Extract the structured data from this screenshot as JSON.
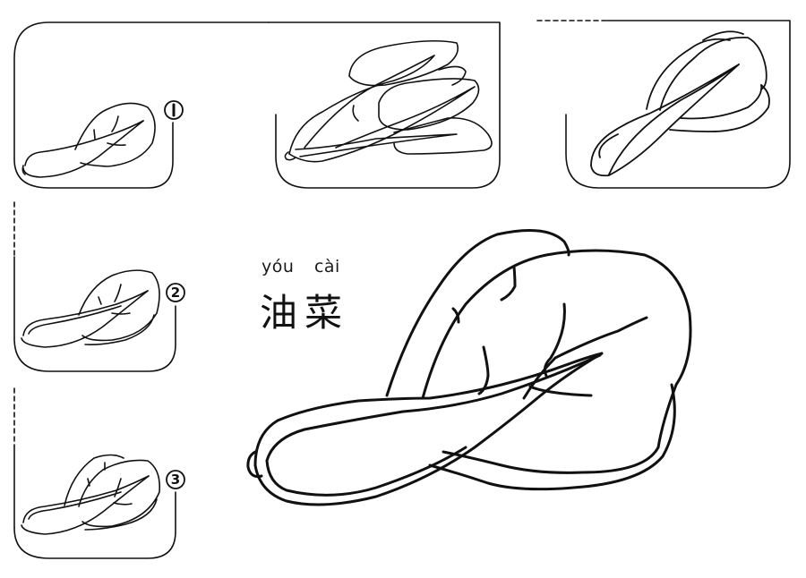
{
  "title": {
    "pinyin": "yóu  cài",
    "hanzi": "油菜"
  },
  "steps": [
    {
      "number": "1",
      "label": "step-1"
    },
    {
      "number": "2",
      "label": "step-2"
    },
    {
      "number": "3",
      "label": "step-3"
    }
  ],
  "panels": [
    {
      "name": "panel-step-1"
    },
    {
      "name": "panel-example-bunch"
    },
    {
      "name": "panel-example-side"
    },
    {
      "name": "panel-step-2"
    },
    {
      "name": "panel-step-3"
    },
    {
      "name": "panel-final-drawing"
    }
  ],
  "colors": {
    "stroke": "#111111",
    "background": "#ffffff"
  }
}
